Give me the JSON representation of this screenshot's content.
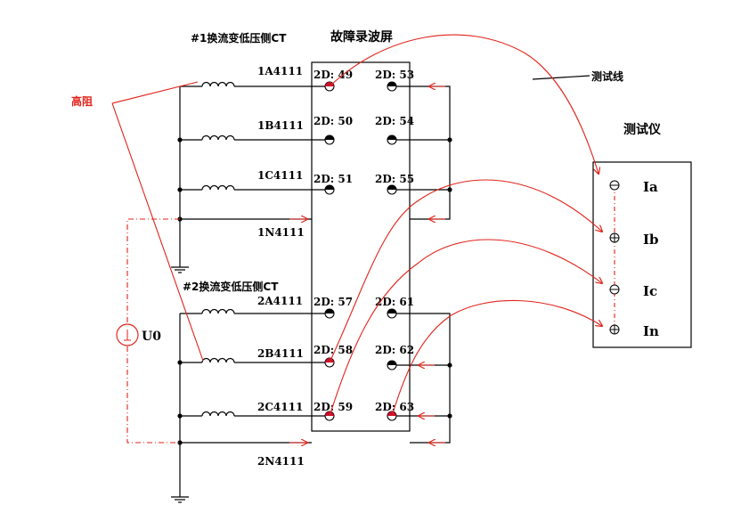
{
  "labels": {
    "ct1_title": "#1换流变低压侧CT",
    "ct2_title": "#2换流变低压侧CT",
    "recorder_title": "故障录波屏",
    "test_wire": "测试线",
    "instrument_title": "测试仪",
    "high_resistance": "高阻",
    "voltage_source": "U0"
  },
  "ct1_lines": [
    "1A4111",
    "1B4111",
    "1C4111",
    "1N4111"
  ],
  "ct2_lines": [
    "2A4111",
    "2B4111",
    "2C4111",
    "2N4111"
  ],
  "terminals_left": [
    "2D: 49",
    "2D: 50",
    "2D: 51",
    "2D: 57",
    "2D: 58",
    "2D: 59"
  ],
  "terminals_right": [
    "2D: 53",
    "2D: 54",
    "2D: 55",
    "2D: 61",
    "2D: 62",
    "2D: 63"
  ],
  "instrument_terminals": [
    "Ia",
    "Ib",
    "Ic",
    "In"
  ],
  "colors": {
    "wire": "#000000",
    "test_wire": "#e0241b"
  }
}
